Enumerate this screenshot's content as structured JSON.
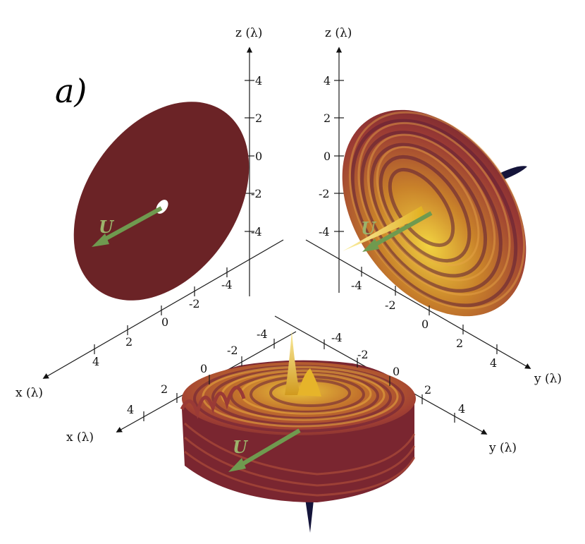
{
  "figure": {
    "panel_label": "a)",
    "velocity_label": "U",
    "colors": {
      "flat_disk": "#6b2326",
      "surface_dark": "#6a2030",
      "surface_mid": "#a8452f",
      "surface_bright": "#e3b21c",
      "surface_peak": "#f5e27a",
      "arrow": "#6f9a4f",
      "arrow_label": "#9cb36b",
      "trough": "#14143a"
    },
    "z_axis": {
      "title": "z (λ)",
      "ticks": [
        "4",
        "2",
        "0",
        "-2",
        "-4"
      ]
    },
    "z_axis_right": {
      "title": "z (λ)",
      "ticks": [
        "4",
        "2",
        "0",
        "-2",
        "-4"
      ]
    },
    "x_axis_left": {
      "title": "x (λ)",
      "ticks": [
        "4",
        "2",
        "0",
        "-2",
        "-4"
      ]
    },
    "y_axis_right": {
      "title": "y (λ)",
      "ticks": [
        "-4",
        "-2",
        "0",
        "2",
        "4"
      ]
    },
    "x_axis_bottom": {
      "title": "x (λ)",
      "ticks": [
        "4",
        "2",
        "0",
        "-2",
        "-4"
      ]
    },
    "y_axis_bottom": {
      "title": "y (λ)",
      "ticks": [
        "-4",
        "-2",
        "0",
        "2",
        "4"
      ]
    }
  }
}
